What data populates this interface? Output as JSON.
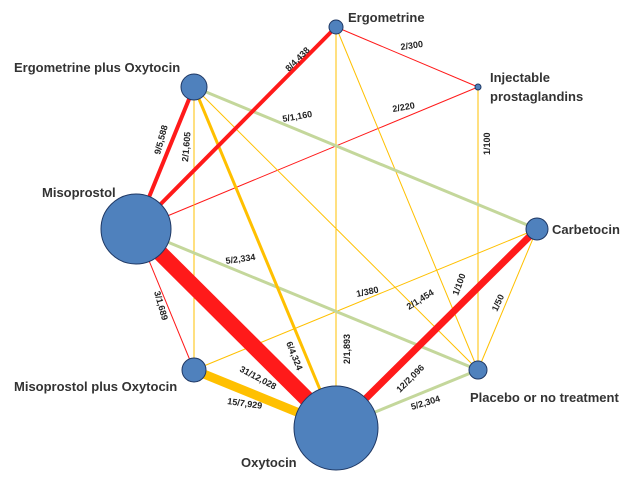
{
  "colors": {
    "red": "#ff1a1a",
    "yellow": "#ffc000",
    "green": "#c4d79b",
    "node_fill": "#4f81bd",
    "node_stroke": "#1f3864"
  },
  "nodes": {
    "ergometrine": {
      "label": "Ergometrine"
    },
    "erg_oxy": {
      "label": "Ergometrine plus Oxytocin"
    },
    "injectable": {
      "label_line1": "Injectable",
      "label_line2": "prostaglandins"
    },
    "misoprostol": {
      "label": "Misoprostol"
    },
    "carbetocin": {
      "label": "Carbetocin"
    },
    "miso_oxy": {
      "label": "Misoprostol plus Oxytocin"
    },
    "placebo": {
      "label": "Placebo or no treatment"
    },
    "oxytocin": {
      "label": "Oxytocin"
    }
  },
  "edges": {
    "miso_oxytocin": "31/12,028",
    "misooxy_oxytocin": "15/7,929",
    "miso_ergometrine": "8/4,438",
    "miso_ergoxy": "9/5,588",
    "ergoxy_miso_thin": "2/1,605",
    "ergoxy_oxytocin": "6/4,324",
    "carbetocin_oxytocin": "12/2,096",
    "ergoxy_carbetocin": "5/1,160",
    "miso_placebo": "5/2,334",
    "placebo_oxytocin": "5/2,304",
    "ergometrine_injectable": "2/300",
    "injectable_miso": "2/220",
    "injectable_placebo": "1/100",
    "miso_misooxy": "3/1,689",
    "misooxy_carbetocin": "1/380",
    "ergometrine_oxytocin": "2/1,893",
    "ergoxy_placebo": "2/1,454",
    "ergometrine_placebo": "1/100",
    "carbetocin_placebo": "1/50"
  }
}
